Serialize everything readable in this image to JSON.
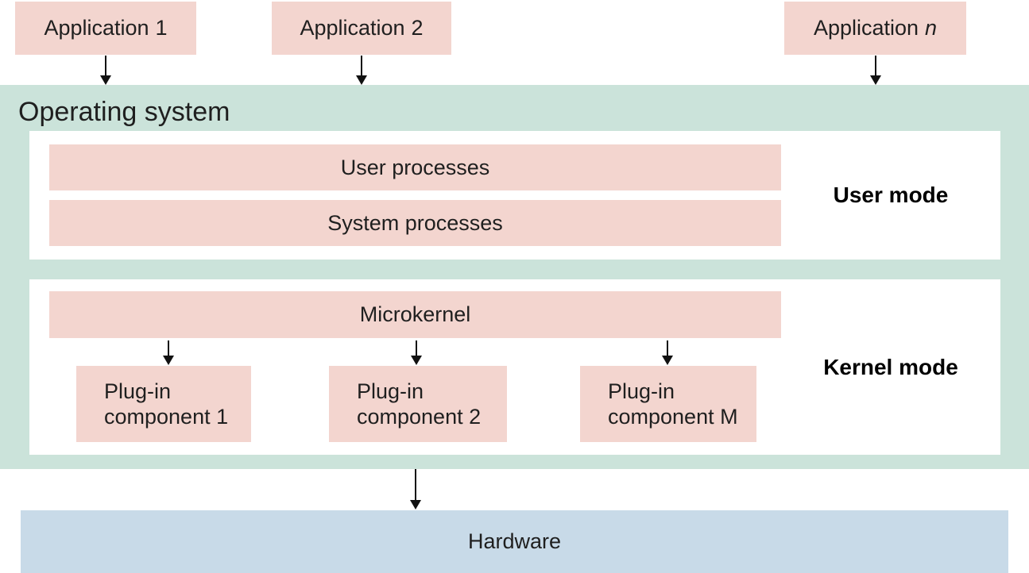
{
  "colors": {
    "pink": "#f3d5cf",
    "green": "#cbe3da",
    "blue": "#c8dae8",
    "ink": "#1f1f1f",
    "arrow": "#111111"
  },
  "applications": [
    {
      "prefix": "Application",
      "suffix": "1"
    },
    {
      "prefix": "Application",
      "suffix": "2"
    },
    {
      "prefix": "Application",
      "suffix": "n"
    }
  ],
  "operating_system": {
    "label": "Operating system",
    "user_mode": {
      "bars": [
        "User processes",
        "System processes"
      ],
      "mode_label": "User mode"
    },
    "kernel_mode": {
      "bar": "Microkernel",
      "plugins": [
        {
          "line1": "Plug-in",
          "line2": "component 1"
        },
        {
          "line1": "Plug-in",
          "line2": "component 2"
        },
        {
          "line1": "Plug-in",
          "line2": "component M"
        }
      ],
      "mode_label": "Kernel mode"
    }
  },
  "hardware": {
    "label": "Hardware"
  }
}
